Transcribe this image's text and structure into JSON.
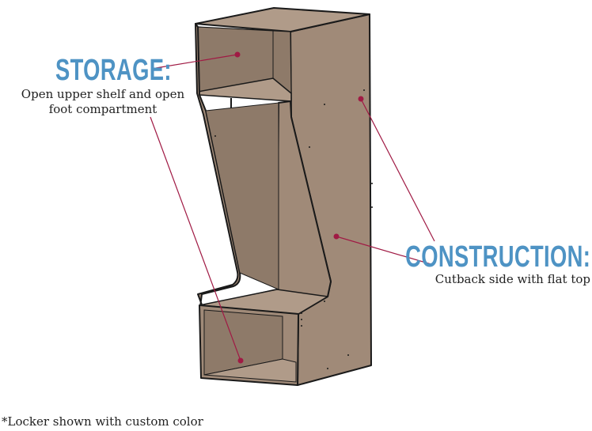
{
  "colors": {
    "accent": "#4e93c4",
    "locker_body": "#a08a78",
    "locker_shade": "#8e7a69",
    "locker_light": "#b09b89",
    "outline": "#1a1a1a",
    "callout_line": "#a01a44",
    "text": "#222222"
  },
  "callouts": {
    "storage": {
      "title": "STORAGE:",
      "description_line1": "Open upper shelf and open",
      "description_line2": "foot compartment"
    },
    "construction": {
      "title": "CONSTRUCTION:",
      "description": "Cutback side with flat top"
    }
  },
  "footnote": "*Locker shown with custom color"
}
